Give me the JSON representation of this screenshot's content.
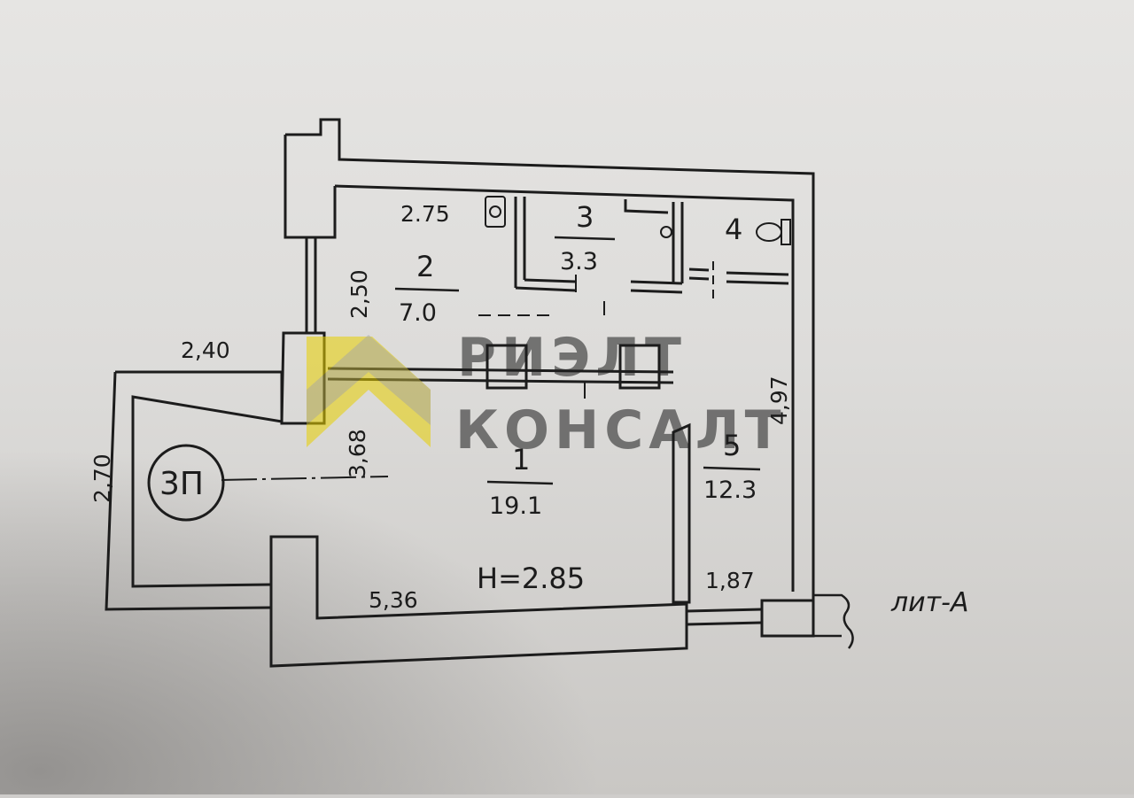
{
  "plan": {
    "rooms": [
      {
        "number": "1",
        "area": "19.1"
      },
      {
        "number": "2",
        "area": "7.0"
      },
      {
        "number": "3",
        "area": "3.3"
      },
      {
        "number": "4",
        "area": ""
      },
      {
        "number": "5",
        "area": "12.3"
      }
    ],
    "dimensions": {
      "d_2_75": "2.75",
      "d_2_50": "2,50",
      "d_2_40": "2,40",
      "d_2_70": "2,70",
      "d_3_68": "3,68",
      "d_4_97": "4,97",
      "d_5_36": "5,36",
      "d_1_87": "1,87"
    },
    "ceiling_height": "H=2.85",
    "balcony_label": "3П",
    "building_label": "лит-А"
  },
  "watermark": {
    "line1": "РИЭЛТ",
    "line2": "КОНСАЛТ",
    "color": "#e8d000"
  },
  "colors": {
    "paper": "#e9e8e6",
    "ink": "#1c1c1c"
  }
}
